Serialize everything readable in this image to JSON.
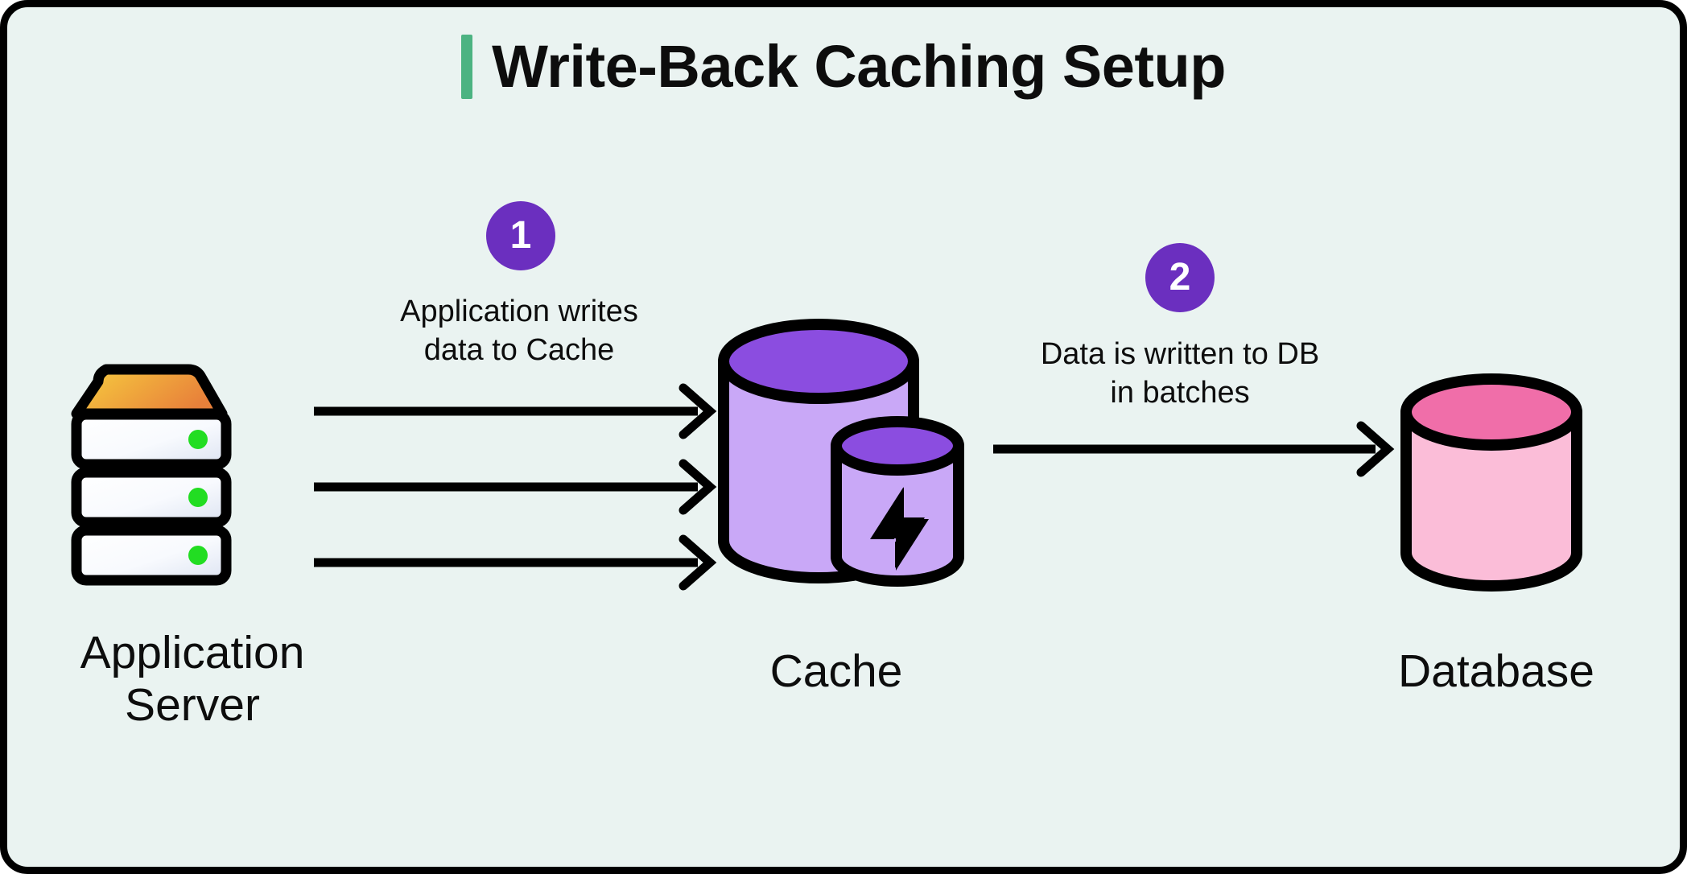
{
  "diagram": {
    "title": "Write-Back Caching Setup",
    "background_color": "#eaf3f1",
    "accent_color": "#4cb382",
    "border_color": "#000000"
  },
  "steps": [
    {
      "number": "1",
      "label": "Application writes\ndata to Cache",
      "badge_color": "#6b2fbf"
    },
    {
      "number": "2",
      "label": "Data is written to DB\nin batches",
      "badge_color": "#6b2fbf"
    }
  ],
  "nodes": [
    {
      "id": "application-server",
      "label": "Application\nServer",
      "icon": "server-rack-icon",
      "colors": {
        "top_gradient_start": "#f7cf3f",
        "top_gradient_end": "#e8803a",
        "unit_gradient_start": "#ffffff",
        "unit_gradient_end": "#dfe5f2",
        "led": "#22dd22",
        "outline": "#000000"
      },
      "led_count": 3
    },
    {
      "id": "cache",
      "label": "Cache",
      "icon": "cache-cylinder-icon",
      "colors": {
        "top": "#8b4de0",
        "body": "#c9a8f7",
        "outline": "#000000",
        "bolt": "#000000"
      },
      "badge_icon": "lightning-bolt-icon"
    },
    {
      "id": "database",
      "label": "Database",
      "icon": "database-cylinder-icon",
      "colors": {
        "top": "#f06ea9",
        "body": "#fbbdd8",
        "outline": "#000000"
      }
    }
  ],
  "arrows": [
    {
      "id": "server-to-cache-1",
      "from": "application-server",
      "to": "cache",
      "color": "#000000"
    },
    {
      "id": "server-to-cache-2",
      "from": "application-server",
      "to": "cache",
      "color": "#000000"
    },
    {
      "id": "server-to-cache-3",
      "from": "application-server",
      "to": "cache",
      "color": "#000000"
    },
    {
      "id": "cache-to-database",
      "from": "cache",
      "to": "database",
      "color": "#000000"
    }
  ]
}
